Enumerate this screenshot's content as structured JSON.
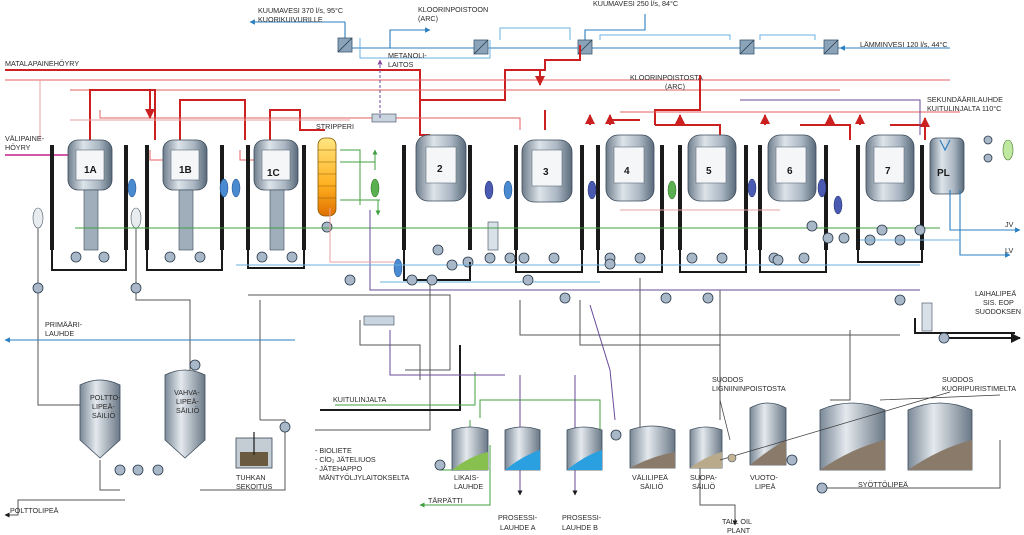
{
  "labels": {
    "kuumavesi_370": "KUUMAVESI 370 l/s, 95°C",
    "kuorikuivurille": "KUORIKUIVURILLE",
    "kloorinpoistoon": "KLOORINPOISTOON",
    "arc_1": "(ARC)",
    "kuumavesi_250": "KUUMAVESI 250 l/s, 84°C",
    "matalapainehoyry": "MATALAPAINEHÖYRY",
    "metanoli": "METANOLI-",
    "laitos": "LAITOS",
    "lamminvesi": "LÄMMINVESI 120 l/s, 44°C",
    "kloorinpoistosta": "KLOORINPOISTOSTA",
    "arc_2": "(ARC)",
    "sekundaarilauhde": "SEKUNDÄÄRILAUHDE",
    "kuitulinjalta_110": "KUITULINJALTA 110°C",
    "valipaine": "VÄLIPAINE-",
    "hoyry": "HÖYRY",
    "stripperi": "STRIPPERI",
    "jv": "JV",
    "lv": "LV",
    "laihalipea": "LAIHALIPEÄ",
    "sis_eop": "SIS. EOP",
    "suodoksen": "SUODOKSEN",
    "primaari": "PRIMÄÄRI-",
    "lauhde": "LAUHDE",
    "suodos_lig_1": "SUODOS",
    "suodos_lig_2": "LIGNIININPOISTOSTA",
    "suodos_kuo_1": "SUODOS",
    "suodos_kuo_2": "KUORIPURISTIMELTA",
    "kuitulinjalta": "KUITULINJALTA",
    "poltto_1": "POLTTO-",
    "poltto_2": "LIPEÄ-",
    "poltto_3": "SÄILIÖ",
    "vahva_1": "VAHVA-",
    "vahva_2": "LIPEÄ-",
    "vahva_3": "SÄILIÖ",
    "bio_1": "- BIOLIETE",
    "bio_2": "- ClO₂ JÄTELIUOS",
    "bio_3": "- JÄTEHAPPO",
    "bio_4": "MÄNTYÖLJYLAITOKSELTA",
    "tuhkan_1": "TUHKAN",
    "tuhkan_2": "SEKOITUS",
    "likais_1": "LIKAIS-",
    "likais_2": "LAUHDE",
    "tarpatti": "TÄRPÄTTI",
    "prosA_1": "PROSESSI-",
    "prosA_2": "LAUHDE A",
    "prosB_1": "PROSESSI-",
    "prosB_2": "LAUHDE B",
    "vali_1": "VÄLILIPEÄ",
    "vali_2": "SÄILIÖ",
    "suopa_1": "SUOPA-",
    "suopa_2": "SÄILIÖ",
    "vuoto_1": "VUOTO-",
    "vuoto_2": "LIPEÄ",
    "syotto": "SYÖTTÖLIPEÄ",
    "tall_1": "TALL OIL",
    "tall_2": "PLANT",
    "polttolipea": "POLTTOLIPEÄ"
  },
  "effects": {
    "e1a": "1A",
    "e1b": "1B",
    "e1c": "1C",
    "e2": "2",
    "e3": "3",
    "e4": "4",
    "e5": "5",
    "e6": "6",
    "e7": "7",
    "pl": "PL"
  },
  "colors": {
    "steam": "#cc2020",
    "water": "#2a7fc0",
    "liquor": "#1a1a1a",
    "condensate": "#40a040",
    "vapour": "#6a4a9a",
    "vessel": "#b8c4d0"
  }
}
